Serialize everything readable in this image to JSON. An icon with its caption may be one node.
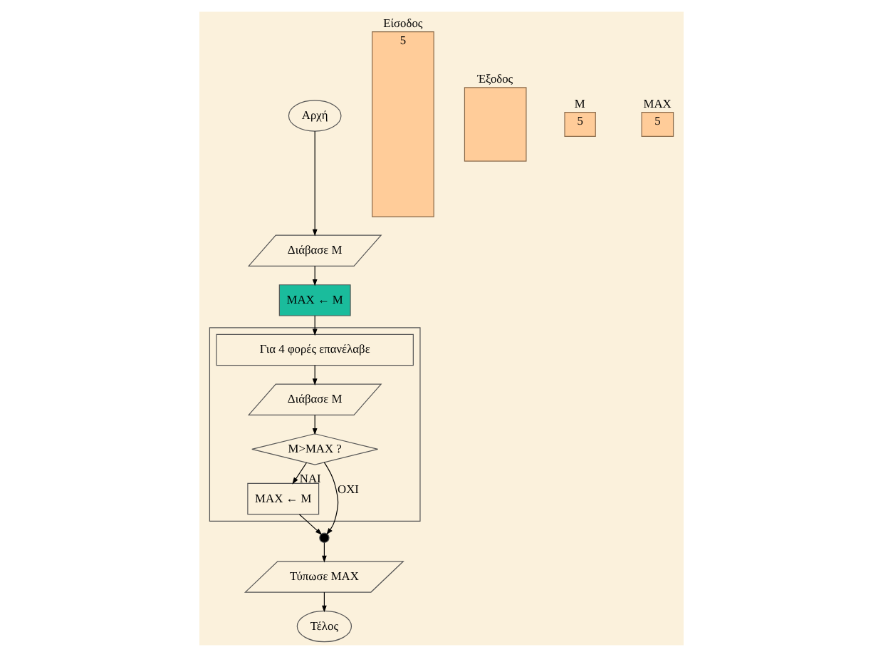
{
  "diagram": {
    "nodes": [
      {
        "text": [
          "Αρχή"
        ]
      },
      {
        "text": [
          "Διάβασε Μ"
        ]
      },
      {
        "text": [
          "MAX ← M"
        ]
      },
      {
        "text": [],
        "shape": "box"
      },
      {
        "text": [
          "Για 4 φορές επανέλαβε"
        ],
        "in": 3
      },
      {
        "text": [
          "Διάβασε Μ"
        ],
        "in": 3
      },
      {
        "text": [
          "M>MAX ?"
        ],
        "in": 3
      },
      {
        "text": [
          "MAX ← M"
        ],
        "in": 3
      },
      {
        "text": [],
        "shape": "circle"
      },
      {
        "text": [
          "Τύπωσε MAX"
        ]
      },
      {
        "text": [
          "Τέλος"
        ]
      },
      {
        "text": [
          "Είσοδος",
          "5"
        ]
      },
      {
        "text": [
          "Έξοδος"
        ]
      },
      {
        "text": [
          "M",
          "5"
        ]
      },
      {
        "text": [
          "MAX",
          "5"
        ]
      }
    ],
    "edges": [
      {
        "from": 0,
        "to": 1,
        "arrow": "to"
      },
      {
        "from": 1,
        "to": 2,
        "arrow": "to"
      },
      {
        "from": 2,
        "to": 4,
        "arrow": "to"
      },
      {
        "from": 4,
        "to": 5,
        "arrow": "to"
      },
      {
        "from": 5,
        "to": 6,
        "arrow": "to"
      },
      {
        "from": 6,
        "to": 7,
        "arrow": "to",
        "label": "ΝΑΙ"
      },
      {
        "from": 6,
        "to": 8,
        "arrow": "to",
        "label": "ΟΧΙ"
      },
      {
        "from": 7,
        "to": 8,
        "arrow": "to"
      },
      {
        "from": 8,
        "to": 9,
        "arrow": "to"
      },
      {
        "from": 9,
        "to": 10,
        "arrow": "to"
      }
    ]
  }
}
